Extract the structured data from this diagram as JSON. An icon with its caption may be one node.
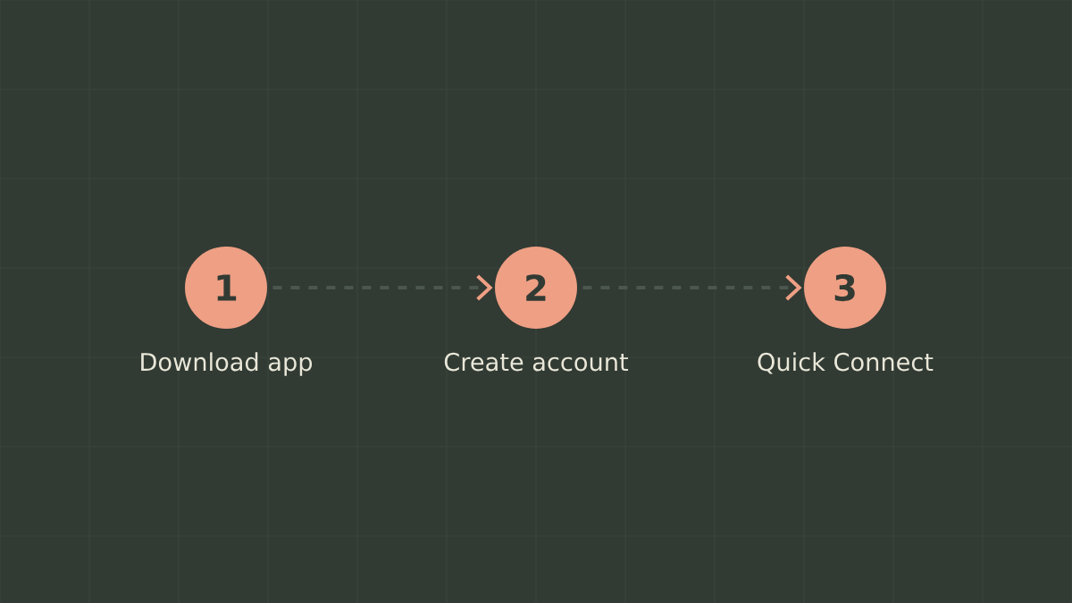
{
  "diagram": {
    "nodes": [
      {
        "text": [
          "1"
        ],
        "beside": [
          "Download app"
        ]
      },
      {
        "text": [
          "2"
        ],
        "beside": [
          "Create account"
        ]
      },
      {
        "text": [
          "3"
        ],
        "beside": [
          "Quick Connect"
        ]
      }
    ],
    "edges": [
      {
        "from": 0,
        "to": 1,
        "arrow": "to",
        "style": "dashed"
      },
      {
        "from": 1,
        "to": 2,
        "arrow": "to",
        "style": "dashed"
      }
    ]
  }
}
